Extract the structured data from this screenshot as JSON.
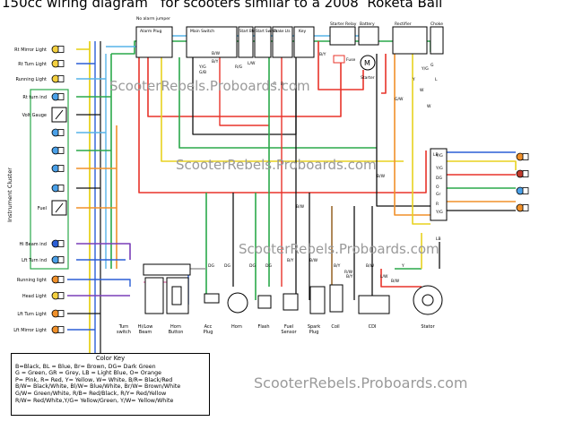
{
  "title": "150cc wiring diagram   for scooters similar to a 2008  Roketa Bali",
  "watermark": "ScooterRebels.Proboards.com",
  "cluster_label": "Instrument Cluster",
  "left_components": [
    "Rt Mirror Light",
    "Rt Turn Light",
    "Running Light",
    "Rt turn ind",
    "Volt Gauge",
    "Fuel",
    "Hi Beam ind",
    "Lft Turn ind"
  ],
  "lower_left_lights": [
    "Running light",
    "Head Light",
    "Lft Turn Light",
    "Lft Mirror Light"
  ],
  "top_components": [
    "No alarm jumper",
    "Alarm Plug",
    "Main Switch",
    "Start Btn",
    "Start Switch",
    "Brake Lts",
    "Key",
    "Starter Relay",
    "Battery",
    "Starter",
    "Rectifier",
    "Choke",
    "Fuse"
  ],
  "top_wire_codes": [
    "B/W",
    "B/Y",
    "Y/G",
    "G/B",
    "L/W",
    "R/G",
    "B/Y",
    "Y/G",
    "G",
    "W",
    "G/W",
    "Y",
    "R",
    "B",
    "L"
  ],
  "rear_wire_codes": [
    "LB",
    "Y/G",
    "DG",
    "O",
    "Gr",
    "R",
    "Y/G"
  ],
  "mid_wire_codes": [
    "B/W",
    "B/W",
    "W",
    "LB",
    "Y/G"
  ],
  "lower_components": [
    "Turn switch",
    "Hi/Low Beam",
    "Horn Button",
    "Acc Plug",
    "Horn",
    "Flash",
    "Fuel Sensor",
    "Spark Plug",
    "Coil",
    "CDI",
    "Stator"
  ],
  "lower_wire_codes": [
    "DG",
    "DG",
    "DG",
    "DG",
    "B/Y",
    "B/W",
    "B/Y",
    "R/W",
    "B/Y",
    "B/W",
    "L/W",
    "B/W",
    "Y"
  ],
  "color_key_title": "Color Key",
  "color_key_lines": [
    "B=Black,  BL = Blue, Br= Brown, DG= Dark Green",
    "G = Green, GR = Grey, LB = Light Blue, O= Orange",
    "P= Pink, R= Red, Y= Yellow, W= White, B/R= Black/Red",
    "B/W= Black/White, Bl/W= Blue/White,  Br/W= Brown/White",
    "G/W= Green/White, R/B= Red/Black, R/Y= Red/Yellow",
    "R/W= Red/White,Y/G= Yellow/Green, Y/W= Yellow/White"
  ],
  "colors": {
    "red": "#e8332a",
    "green": "#2aa84a",
    "blue": "#2b5fd6",
    "yellow": "#e8d21f",
    "orange": "#f0902a",
    "black": "#111111",
    "grey": "#9a9a9a",
    "brown": "#9b6b2f",
    "lightblue": "#57b4e8",
    "pink": "#e78ab8",
    "purple": "#7a3fb8"
  }
}
